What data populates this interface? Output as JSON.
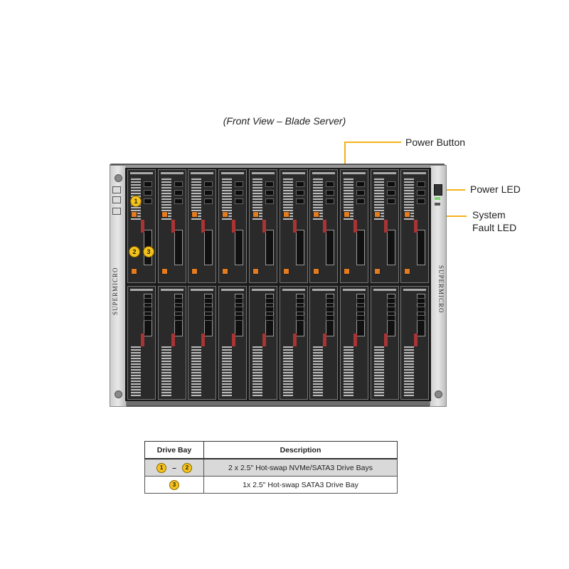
{
  "caption": "(Front View – Blade Server)",
  "callouts": {
    "power_button": "Power Button",
    "power_led": "Power LED",
    "system_fault_led_line1": "System",
    "system_fault_led_line2": "Fault LED"
  },
  "brand": "SUPERMICRO",
  "drive_bay_markers": {
    "one": "1",
    "two": "2",
    "three": "3"
  },
  "table": {
    "headers": {
      "drive_bay": "Drive Bay",
      "description": "Description"
    },
    "rows": [
      {
        "bay_start": "1",
        "separator": "–",
        "bay_end": "2",
        "description": "2 x 2.5\" Hot-swap NVMe/SATA3 Drive Bays"
      },
      {
        "bay": "3",
        "description": "1x 2.5\" Hot-swap SATA3 Drive Bay"
      }
    ]
  },
  "colors": {
    "callout_line": "#f3b21b",
    "marker": "#f5c21b",
    "latch": "#e57b1f",
    "table_shade": "#d9d9d9"
  }
}
